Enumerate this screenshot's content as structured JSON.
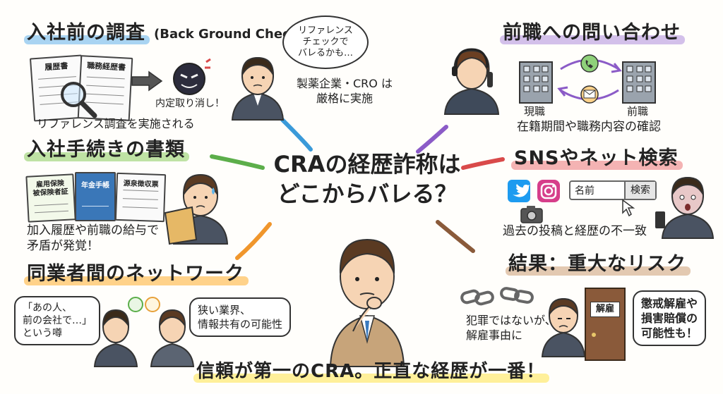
{
  "center": {
    "line1": "CRAの経歴詐称は",
    "line2": "どこからバレる？"
  },
  "sections": {
    "pre_hire": {
      "title": "入社前の調査",
      "title_paren": "(Back Ground Check)",
      "doc1": "履歴書",
      "doc2": "職務経歴書",
      "caption": "リファレンス調査を実施される",
      "revoke": "内定取り消し！",
      "thought": [
        "リファレンス",
        "チェックで",
        "バレるかも…"
      ],
      "note": [
        "製薬企業・CRO は",
        "厳格に実施"
      ]
    },
    "procedures": {
      "title": "入社手続きの書類",
      "doc1": [
        "雇用保険",
        "被保険者証"
      ],
      "doc2": "年金手帳",
      "doc3": "源泉徴収票",
      "caption": [
        "加入履歴や前職の給与で",
        "矛盾が発覚！"
      ]
    },
    "network": {
      "title": "同業者間のネットワーク",
      "bubble_left": [
        "「あの人、",
        "前の会社で…」",
        "という噂"
      ],
      "bubble_right": [
        "狭い業界、",
        "情報共有の可能性"
      ]
    },
    "inquiry": {
      "title": "前職への問い合わせ",
      "left_label": "現職",
      "right_label": "前職",
      "caption": "在籍期間や職務内容の確認"
    },
    "sns": {
      "title": "SNSやネット検索",
      "search_placeholder": "名前",
      "search_button": "検索",
      "caption": "過去の投稿と経歴の不一致"
    },
    "result": {
      "title": "結果：重大なリスク",
      "door_sign": "解雇",
      "caption": [
        "犯罪ではないが、",
        "解雇事由に"
      ],
      "bubble": [
        "懲戒解雇や",
        "損害賠償の",
        "可能性も！"
      ]
    }
  },
  "footer": "信頼が第一のCRA。正直な経歴が一番！",
  "colors": {
    "blue": "#a9d4f2",
    "green": "#bfe2a4",
    "orange": "#ffd28a",
    "purple": "#d3c0ea",
    "red": "#f4b3b3",
    "brown": "#e3c9b1",
    "yellow": "#fff09a",
    "line_blue": "#3a9ad9",
    "line_green": "#5cae4a",
    "line_orange": "#f0962c",
    "line_purple": "#8b5bc7",
    "line_red": "#d94a4a",
    "line_brown": "#8a5a3a"
  }
}
